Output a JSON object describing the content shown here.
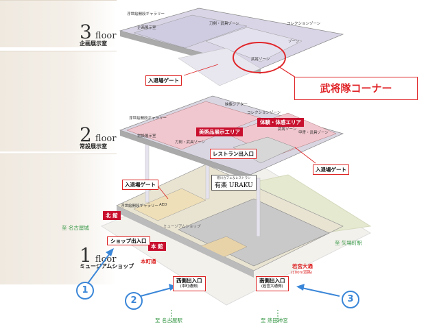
{
  "floors": [
    {
      "number": "3",
      "word": "floor",
      "sub": "企画展示室"
    },
    {
      "number": "2",
      "word": "floor",
      "sub": "常設展示室"
    },
    {
      "number": "1",
      "word": "floor",
      "sub": "ミュージアムショップ"
    }
  ],
  "callout": "武将隊コーナー",
  "floor3": {
    "area_labels": [
      "浮世絵開段ギャラリー",
      "企画展示室",
      "刀剣・武具ゾーン",
      "コレクションゾーン",
      "ゾーン",
      "武将ゾーン"
    ],
    "gate": "入退場ゲート"
  },
  "floor2": {
    "area_labels": [
      "映像シアター",
      "コレクションゾーン",
      "浮世絵開段ギャラリー",
      "常設展示室",
      "刀剣・武具ゾーン",
      "甲冑・武具ゾーン",
      "武将ゾーン"
    ],
    "art_area": "美術品展示エリア",
    "experience_area": "体験・体感エリア",
    "restaurant_entrance": "レストラン出入口",
    "gate": "入退場ゲート",
    "cafe": {
      "name": "有楽",
      "roman": "URAKU",
      "caption": "徳川カフェ＆レストラン"
    }
  },
  "floor1": {
    "gate": "入退場ゲート",
    "north_building": "北 館",
    "main_building": "本 館",
    "shop_label": "ミュージアムショップ",
    "gallery_label": "浮世絵開段ギャラリー",
    "aed": "AED",
    "shop_entrance": "ショップ出入口",
    "west_entrance": {
      "title": "西側出入口",
      "sub": "(本町通側)"
    },
    "south_entrance": {
      "title": "南側出入口",
      "sub": "(若宮大通側)"
    }
  },
  "streets": {
    "honmachi": "本町通",
    "wakamiya": {
      "title": "若宮大通",
      "sub": "(100m道路)"
    }
  },
  "directions": {
    "nagoya_castle": "至 名古屋城",
    "yaba_cho": "至 矢場町駅",
    "nagoya_station": "至 名古屋駅",
    "atsuta": "至 熱田神宮"
  },
  "route_markers": [
    "1",
    "2",
    "3"
  ],
  "colors": {
    "accent_red": "#e0262a",
    "route_blue": "#3a86d8",
    "street_green": "#3b9a4a",
    "floor3_fill": "#d9d5e6",
    "floor2_fill": "#f1c7cf",
    "floor1_fill": "#e9e4d2"
  }
}
